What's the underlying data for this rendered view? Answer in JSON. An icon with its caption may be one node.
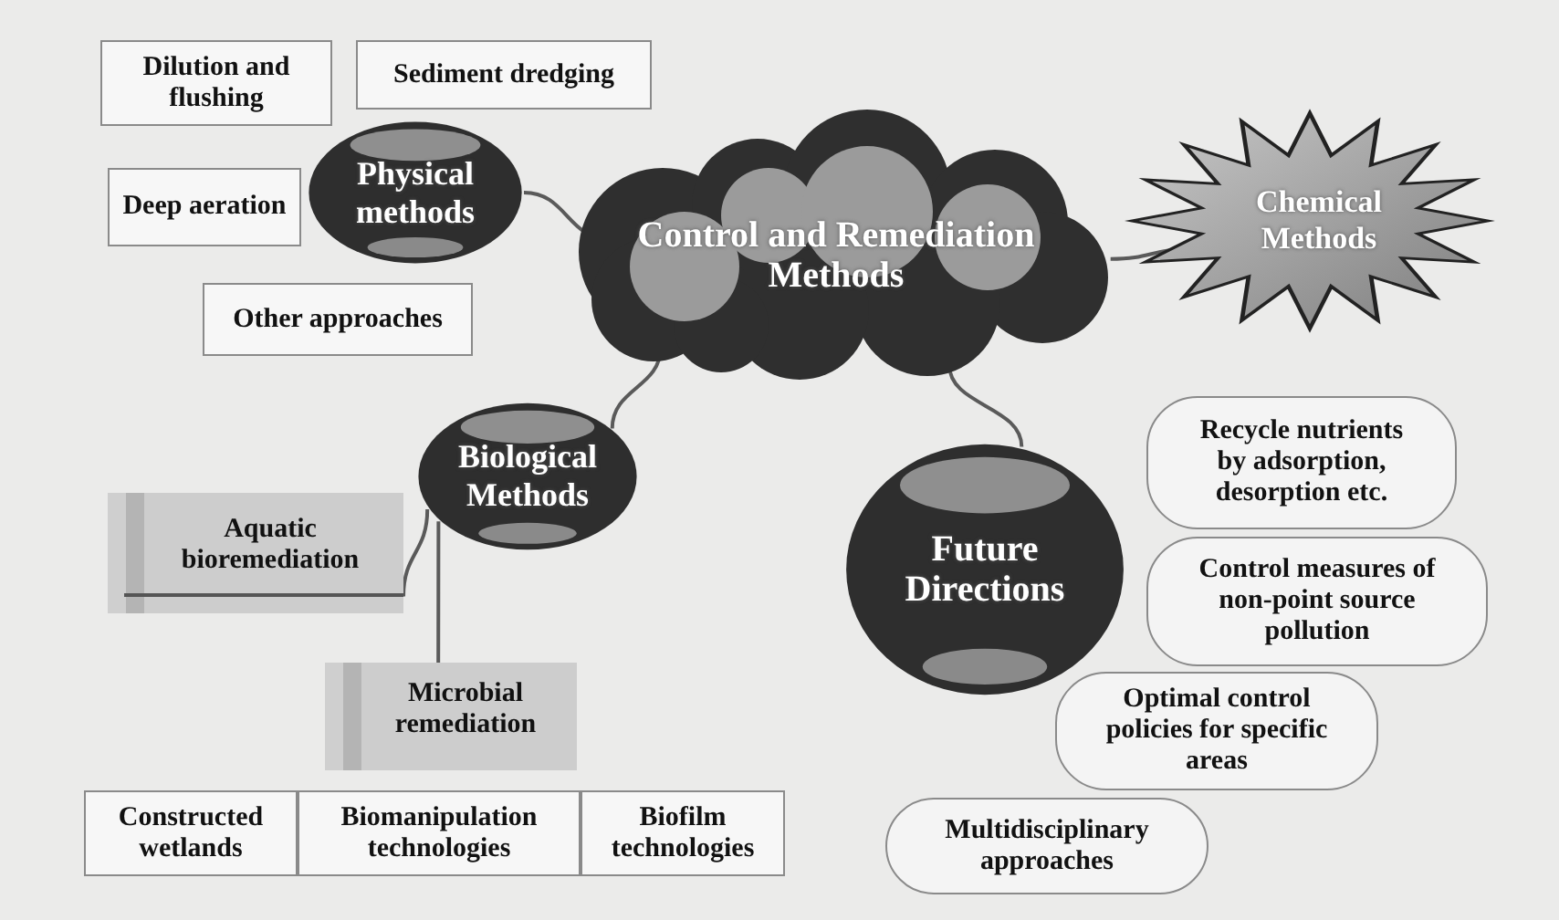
{
  "diagram": {
    "nodes": [
      {
        "text": [
          "Control and Remediation Methods"
        ]
      },
      {
        "text": [
          "Chemical Methods"
        ]
      },
      {
        "text": [
          "Physical methods"
        ]
      },
      {
        "text": [
          "Dilution and flushing"
        ]
      },
      {
        "text": [
          "Sediment dredging"
        ]
      },
      {
        "text": [
          "Deep aeration"
        ]
      },
      {
        "text": [
          "Other approaches"
        ]
      },
      {
        "text": [
          "Biological Methods"
        ]
      },
      {
        "text": [
          "Aquatic bioremediation"
        ]
      },
      {
        "text": [
          "Microbial remediation"
        ]
      },
      {
        "text": [
          "Constructed wetlands"
        ]
      },
      {
        "text": [
          "Biomanipulation technologies"
        ]
      },
      {
        "text": [
          "Biofilm technologies"
        ]
      },
      {
        "text": [
          "Future Directions"
        ]
      },
      {
        "text": [
          "Recycle nutrients by adsorption, desorption etc."
        ]
      },
      {
        "text": [
          "Control measures of non-point source pollution"
        ]
      },
      {
        "text": [
          "Optimal control policies for specific areas"
        ]
      },
      {
        "text": [
          "Multidisciplinary approaches"
        ]
      }
    ],
    "edges": [
      {
        "from": 0,
        "to": 2,
        "arrow": "none"
      },
      {
        "from": 0,
        "to": 1,
        "arrow": "none"
      },
      {
        "from": 0,
        "to": 7,
        "arrow": "none"
      },
      {
        "from": 0,
        "to": 13,
        "arrow": "none"
      },
      {
        "from": 7,
        "to": 8,
        "arrow": "none"
      },
      {
        "from": 7,
        "to": 9,
        "arrow": "none"
      }
    ]
  }
}
